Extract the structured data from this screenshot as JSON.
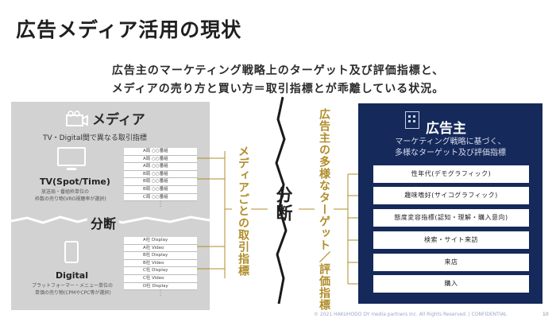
{
  "title": "広告メディア活用の現状",
  "lead": {
    "line1": "広告主のマーケティング戦略上のターゲット及び評価指標と、",
    "line2": "メディアの売り方と買い方＝取引指標とが乖離している状況。"
  },
  "media": {
    "heading": "メディア",
    "subheading": "TV・Digital間で異なる取引指標",
    "tv": {
      "label": "TV(Spot/Time)",
      "desc": [
        "放送局・番組枠単位の",
        "枠数の売り物(VRO視聴率が選択)"
      ],
      "table": [
        "A局 ○○番組",
        "A局 ○○番組",
        "A局 ○○番組",
        "B局 ○○番組",
        "B局 ○○番組",
        "B局 ○○番組",
        "C局 ○○番組"
      ]
    },
    "digital": {
      "label": "Digital",
      "desc": [
        "プラットフォーマー・メニュー単位の",
        "単価の売り物(CPMやCPC等が選択)"
      ],
      "table": [
        "A社 Display",
        "A社 Video",
        "B社 Display",
        "B社 Video",
        "C社 Display",
        "C社 Video",
        "D社 Display"
      ]
    },
    "divide_label": "分断"
  },
  "middle": {
    "media_indicator": "メディアごとの取引指標",
    "divide_label": "分断",
    "advertiser_indicator": "広告主の多様なターゲット／評価指標"
  },
  "advertiser": {
    "heading": "広告主",
    "sub1": "マーケティング戦略に基づく、",
    "sub2": "多様なターゲット及び評価指標",
    "items": [
      "性年代(デモグラフィック)",
      "趣味嗜好(サイコグラフィック)",
      "態度変容指標(認知・理解・購入意向)",
      "検索・サイト来訪",
      "来店",
      "購入"
    ]
  },
  "footer": "© 2021 HAKUHODO DY media partners Inc. All Rights Reserved. | CONFIDENTIAL",
  "page_number": "10",
  "colors": {
    "gold": "#b08d2a",
    "navy": "#15295a",
    "gray_panel": "#d2d2d2"
  }
}
